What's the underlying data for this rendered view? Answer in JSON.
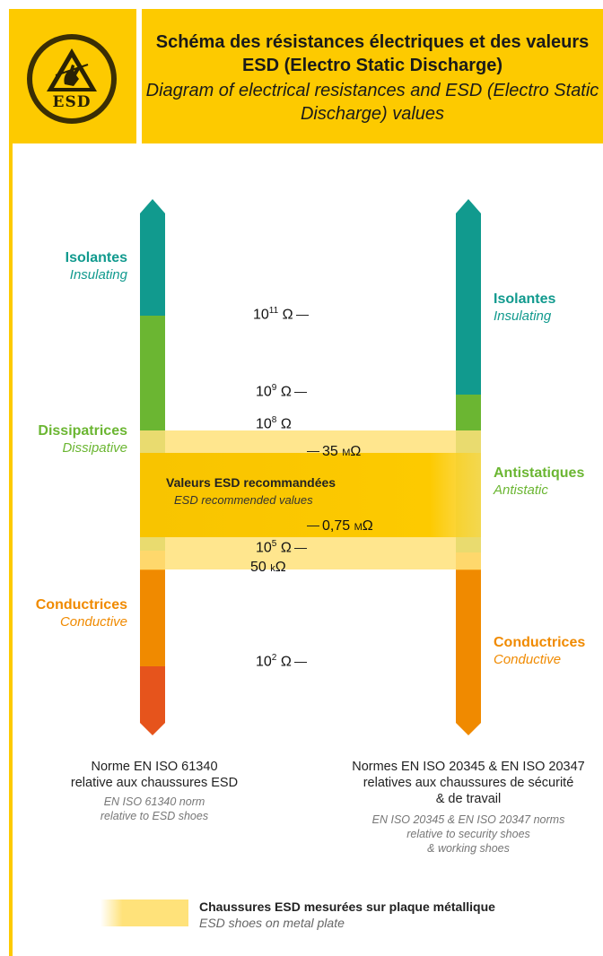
{
  "header": {
    "logo_text": "ESD",
    "title_fr": "Schéma des résistances électriques et des valeurs ESD (Electro Static Discharge)",
    "title_en": "Diagram of electrical resistances and ESD (Electro Static Discharge) values"
  },
  "colors": {
    "yellow": "#fdca00",
    "teal": "#119a8e",
    "green": "#6bb632",
    "orange": "#f08a00",
    "red": "#e6541c",
    "band": "#ffe27a"
  },
  "left_scale": {
    "labels": [
      {
        "fr": "Isolantes",
        "en": "Insulating",
        "color": "#119a8e"
      },
      {
        "fr": "Dissipatrices",
        "en": "Dissipative",
        "color": "#6bb632"
      },
      {
        "fr": "Conductrices",
        "en": "Conductive",
        "color": "#f08a00"
      }
    ]
  },
  "right_scale": {
    "labels": [
      {
        "fr": "Isolantes",
        "en": "Insulating",
        "color": "#119a8e"
      },
      {
        "fr": "Antistatiques",
        "en": "Antistatic",
        "color": "#6bb632"
      },
      {
        "fr": "Conductrices",
        "en": "Conductive",
        "color": "#f08a00"
      }
    ]
  },
  "values": {
    "v1e11": {
      "base": "10",
      "exp": "11",
      "unit": "Ω"
    },
    "v1e9": {
      "base": "10",
      "exp": "9",
      "unit": "Ω"
    },
    "v1e8": {
      "base": "10",
      "exp": "8",
      "unit": "Ω"
    },
    "v35m": {
      "num": "35",
      "prefix": "M",
      "unit": "Ω"
    },
    "v075m": {
      "num": "0,75",
      "prefix": "M",
      "unit": "Ω"
    },
    "v1e5": {
      "base": "10",
      "exp": "5",
      "unit": "Ω"
    },
    "v50k": {
      "num": "50",
      "prefix": "k",
      "unit": "Ω"
    },
    "v1e2": {
      "base": "10",
      "exp": "2",
      "unit": "Ω"
    }
  },
  "recommended": {
    "fr": "Valeurs ESD recommandées",
    "en": "ESD recommended values"
  },
  "norms": {
    "left_fr": [
      "Norme EN ISO 61340",
      "relative aux chaussures ESD"
    ],
    "left_en": [
      "EN ISO 61340 norm",
      "relative to ESD shoes"
    ],
    "right_fr": [
      "Normes EN ISO 20345 & EN ISO 20347",
      "relatives aux chaussures de sécurité",
      "& de travail"
    ],
    "right_en": [
      "EN ISO 20345 & EN ISO 20347 norms",
      "relative to security shoes",
      "& working shoes"
    ]
  },
  "legend": {
    "fr": "Chaussures ESD mesurées sur plaque métallique",
    "en": "ESD shoes on metal plate"
  }
}
